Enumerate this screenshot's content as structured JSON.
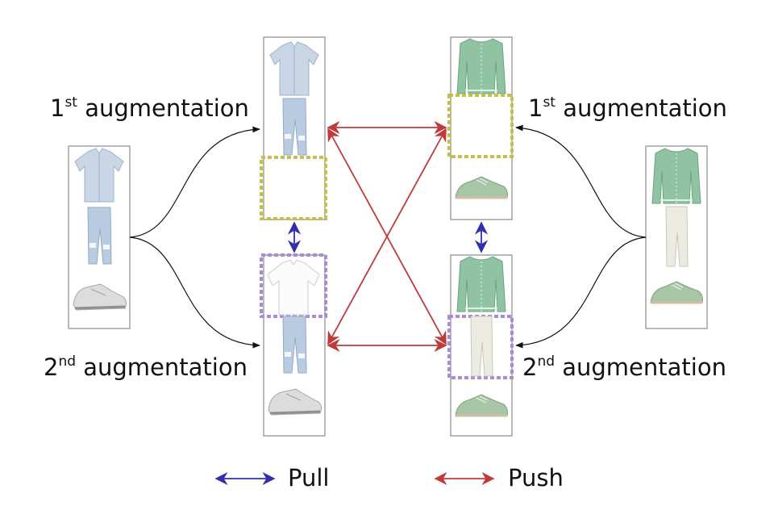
{
  "labels": {
    "aug1_num": "1",
    "aug1_sup": "st",
    "aug2_num": "2",
    "aug2_sup": "nd",
    "aug_word": "augmentation"
  },
  "legend": {
    "pull": "Pull",
    "push": "Push"
  },
  "colors": {
    "pull": "#2f2fb0",
    "push": "#c0393b",
    "mask_yellow": "#c8bf4a",
    "mask_purple": "#a98bd6",
    "frame": "#8a8a8a",
    "denim": "#c9d6e6",
    "jeans": "#b9cbe0",
    "sweater": "#8fc3a2",
    "cream": "#ecebe2",
    "sage": "#a7c6a6",
    "sneaker": "#dcdcdc"
  },
  "outfits": {
    "left": [
      "denim-shirt",
      "light-jeans",
      "grey-sneaker"
    ],
    "right": [
      "green-sweater",
      "cream-trousers",
      "sage-oxford-shoe"
    ]
  }
}
